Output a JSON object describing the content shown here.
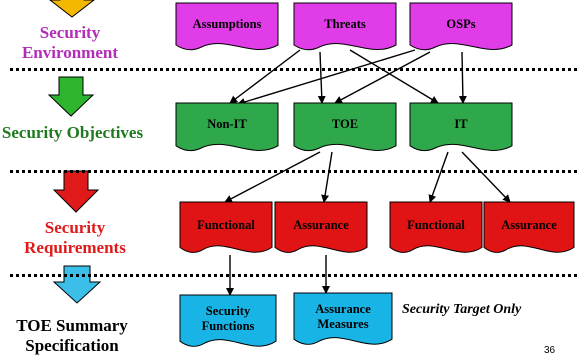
{
  "stages": [
    {
      "label": "Security Environment",
      "color": "#b22cb8",
      "arrow_color": "#f5b800"
    },
    {
      "label": "Security Objectives",
      "color": "#1f7a1f",
      "arrow_color": "#2db52d"
    },
    {
      "label": "Security Requirements",
      "color": "#e01a1a",
      "arrow_color": "#e01a1a"
    },
    {
      "label": "TOE Summary Specification",
      "color": "#000000",
      "arrow_color": "#3bbfe8"
    }
  ],
  "nodes": {
    "assumptions": "Assumptions",
    "threats": "Threats",
    "osps": "OSPs",
    "non_it": "Non-IT",
    "toe": "TOE",
    "it": "IT",
    "functional_toe": "Functional",
    "assurance_toe": "Assurance",
    "functional_it": "Functional",
    "assurance_it": "Assurance",
    "security_functions": "Security Functions",
    "assurance_measures": "Assurance Measures"
  },
  "node_colors": {
    "environment": "#e03ce8",
    "objectives": "#2ea84a",
    "requirements": "#e01414",
    "specification": "#19b4e6"
  },
  "note": "Security Target Only",
  "page_number": "36"
}
